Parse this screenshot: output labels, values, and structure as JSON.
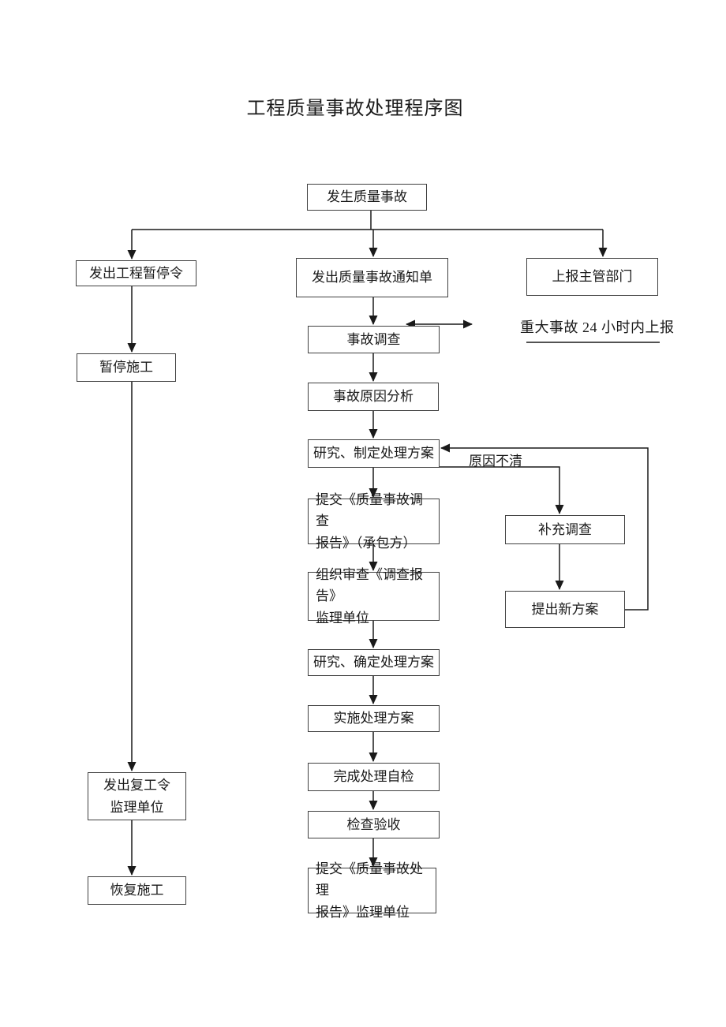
{
  "title": "工程质量事故处理程序图",
  "nodes": {
    "start": {
      "label": "发生质量事故"
    },
    "suspend_order": {
      "label": "发出工程暂停令"
    },
    "suspend_construction": {
      "label": "暂停施工"
    },
    "resume_order": {
      "label": "发出复工令\n监理单位"
    },
    "resume_construction": {
      "label": "恢复施工"
    },
    "notice": {
      "label": "发出质量事故通知单"
    },
    "investigation": {
      "label": "事故调查"
    },
    "cause_analysis": {
      "label": "事故原因分析"
    },
    "formulate_plan": {
      "label": "研究、制定处理方案"
    },
    "submit_investigation_report": {
      "label": "提交《质量事故调查\n报告》（承包方）"
    },
    "review_report": {
      "label": "组织审查《调查报告》\n监理单位"
    },
    "confirm_plan": {
      "label": "研究、确定处理方案"
    },
    "implement_plan": {
      "label": "实施处理方案"
    },
    "self_check": {
      "label": "完成处理自检"
    },
    "inspection_acceptance": {
      "label": "检查验收"
    },
    "submit_handling_report": {
      "label": "提交《质量事故处理\n报告》监理单位"
    },
    "report_department": {
      "label": "上报主管部门"
    },
    "supplementary_investigation": {
      "label": "补充调查"
    },
    "new_plan": {
      "label": "提出新方案"
    }
  },
  "annotations": {
    "major_accident_note": "重大事故 24 小时内上报",
    "cause_unclear": "原因不清"
  },
  "colors": {
    "line": "#1a1a1a",
    "box_border": "#404040",
    "background": "#ffffff"
  }
}
